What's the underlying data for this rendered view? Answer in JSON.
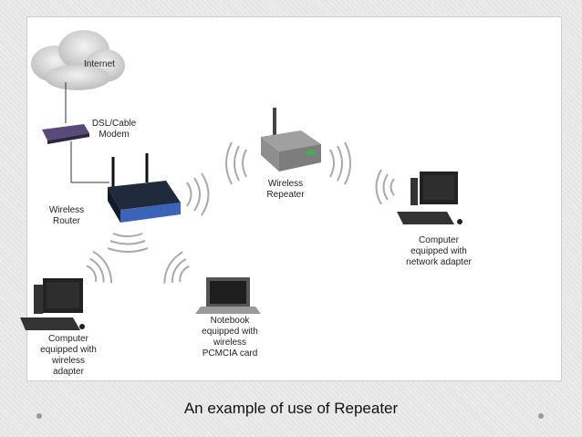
{
  "labels": {
    "internet": "Internet",
    "modem": "DSL/Cable\nModem",
    "router": "Wireless\nRouter",
    "repeater": "Wireless\nRepeater",
    "computer_network": "Computer\nequipped with\nnetwork adapter",
    "computer_wireless": "Computer\nequipped with\nwireless\nadapter",
    "notebook": "Notebook\nequipped with\nwireless\nPCMCIA card"
  },
  "caption": "An example of use of Repeater",
  "colors": {
    "cloud": "#cfcfcf",
    "router_body": "#1f2a3a",
    "router_front": "#3b63b8",
    "repeater_body": "#8e8e8e",
    "modem_body": "#5a4a7a",
    "wave": "#a9a9a9",
    "cable": "#333333"
  }
}
